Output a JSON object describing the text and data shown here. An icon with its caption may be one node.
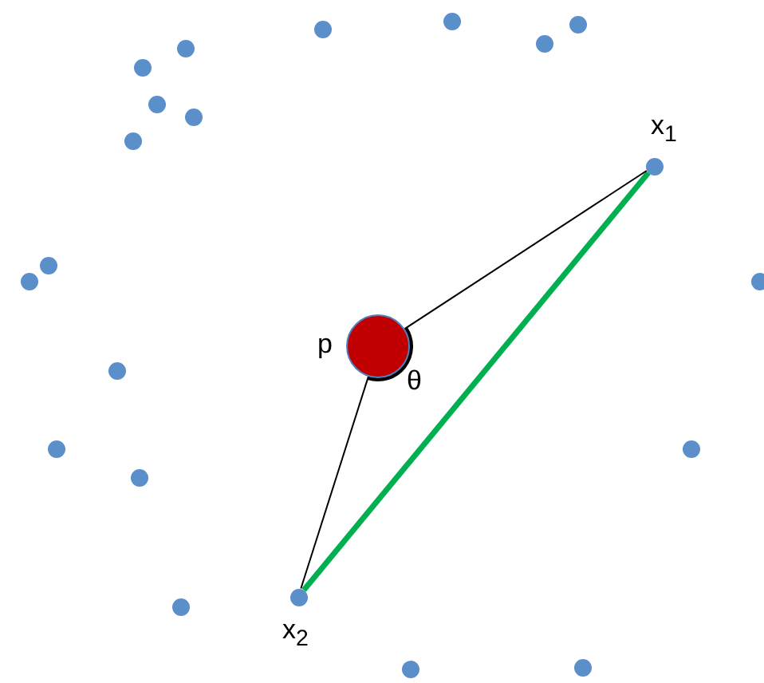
{
  "diagram": {
    "nodes": [
      {
        "text": [],
        "shape": "circle"
      },
      {
        "text": [],
        "shape": "circle"
      },
      {
        "text": [],
        "shape": "circle"
      },
      {
        "text": [],
        "shape": "circle"
      },
      {
        "text": [],
        "shape": "circle"
      },
      {
        "text": [],
        "shape": "circle"
      },
      {
        "text": [],
        "shape": "circle"
      },
      {
        "text": [],
        "shape": "circle"
      },
      {
        "text": [],
        "shape": "circle"
      },
      {
        "text": [
          "x$_{1}$"
        ]
      },
      {
        "text": [],
        "shape": "circle"
      },
      {
        "text": [],
        "shape": "circle"
      },
      {
        "text": [],
        "shape": "circle"
      },
      {
        "text": [
          "p"
        ]
      },
      {
        "text": [],
        "shape": "circle"
      },
      {
        "text": [],
        "shape": "circle"
      },
      {
        "text": [],
        "shape": "circle"
      },
      {
        "text": [],
        "shape": "circle"
      },
      {
        "text": [
          "x$_{2}$"
        ]
      },
      {
        "text": [],
        "shape": "circle"
      },
      {
        "text": [],
        "shape": "circle"
      },
      {
        "text": [],
        "shape": "circle"
      }
    ],
    "edges": [
      {
        "from": 13,
        "to": 9,
        "arrow": "none"
      },
      {
        "from": 13,
        "to": 18,
        "arrow": "none"
      },
      {
        "from": 18,
        "to": 9,
        "arrow": "none",
        "style": "thick",
        "color": "#00b050"
      }
    ],
    "labels": [
      "θ"
    ]
  }
}
